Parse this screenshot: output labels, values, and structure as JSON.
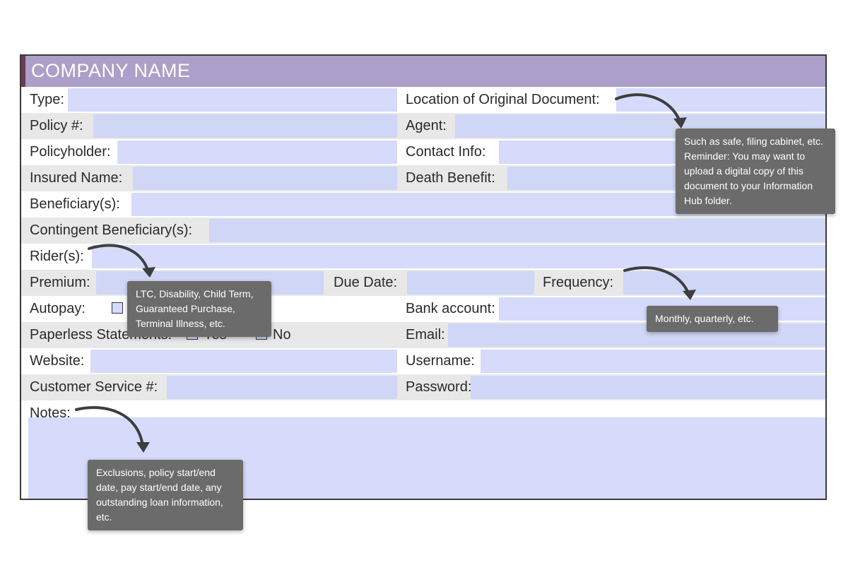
{
  "company": {
    "name": "COMPANY NAME"
  },
  "labels": {
    "type": "Type:",
    "location": "Location of Original Document:",
    "policy_no": "Policy #:",
    "agent": "Agent:",
    "policyholder": "Policyholder:",
    "contact_info": "Contact Info:",
    "insured_name": "Insured Name:",
    "death_benefit": "Death Benefit:",
    "beneficiary": "Beneficiary(s):",
    "contingent": "Contingent Beneficiary(s):",
    "riders": "Rider(s):",
    "premium": "Premium:",
    "due_date": "Due Date:",
    "frequency": "Frequency:",
    "autopay": "Autopay:",
    "bank_account": "Bank account:",
    "paperless": "Paperless Statements:",
    "yes": "Yes",
    "no": "No",
    "email": "Email:",
    "website": "Website:",
    "username": "Username:",
    "customer_service": "Customer Service #:",
    "password": "Password:",
    "notes": "Notes:"
  },
  "tooltips": {
    "location": "Such as safe, filing cabinet, etc. Reminder: You may want to upload a digital copy of this document to your Information Hub folder.",
    "riders": "LTC, Disability, Child Term, Guaranteed Purchase, Terminal Illness, etc.",
    "frequency": "Monthly, quarterly, etc.",
    "notes": "Exclusions, policy start/end date, pay start/end date, any outstanding loan information, etc."
  },
  "colors": {
    "header_bg": "#ac9fc9",
    "header_accent": "#6b3b52",
    "field_bg": "#d6dbfb",
    "row_gray": "#e8e8e8",
    "tooltip_bg": "#6b6b6b"
  }
}
